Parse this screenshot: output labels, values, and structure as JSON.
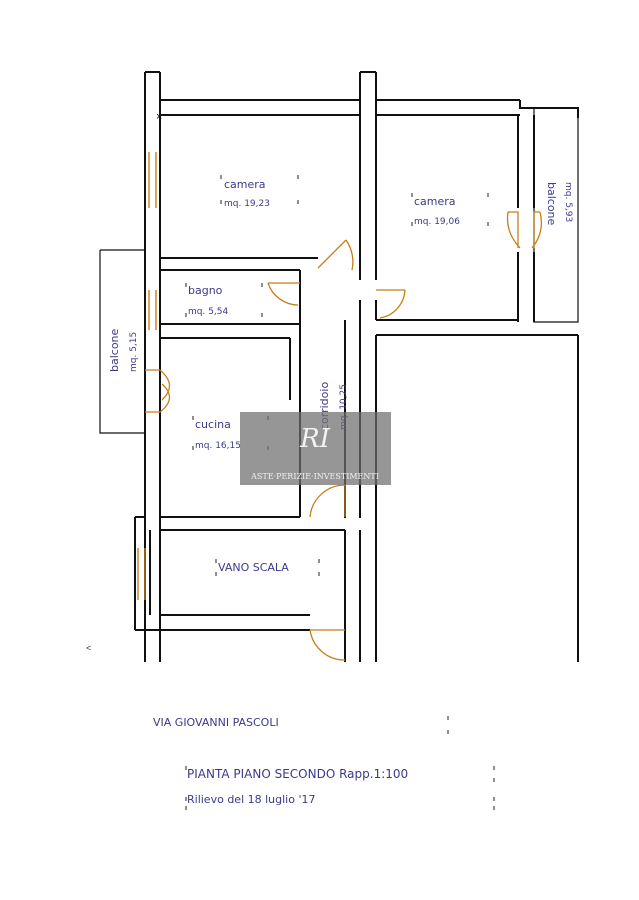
{
  "rooms": {
    "camera_1": {
      "name": "camera",
      "area": "mq. 19,23"
    },
    "camera_2": {
      "name": "camera",
      "area": "mq. 19,06"
    },
    "balcone_1": {
      "name": "balcone",
      "area": "mq. 5,93"
    },
    "bagno": {
      "name": "bagno",
      "area": "mq. 5,54"
    },
    "balcone_2": {
      "name": "balcone",
      "area": "mq. 5,15"
    },
    "corridoio": {
      "name": "corridoio",
      "area": "mq. 10,25"
    },
    "cucina": {
      "name": "cucina",
      "area": "mq. 16,15"
    },
    "vano_scala": {
      "name": "VANO SCALA"
    }
  },
  "street": "VIA GIOVANNI PASCOLI",
  "caption": {
    "line1": "PIANTA PIANO SECONDO Rapp.1:100",
    "line2": "Rilievo del 18 luglio '17"
  },
  "watermark": {
    "monogram": "RI",
    "text": "ASTE·PERIZIE·INVESTIMENTI"
  },
  "colors": {
    "walls": "#111111",
    "doors_windows": "#c77f1a",
    "labels": "#3a3a8c"
  }
}
